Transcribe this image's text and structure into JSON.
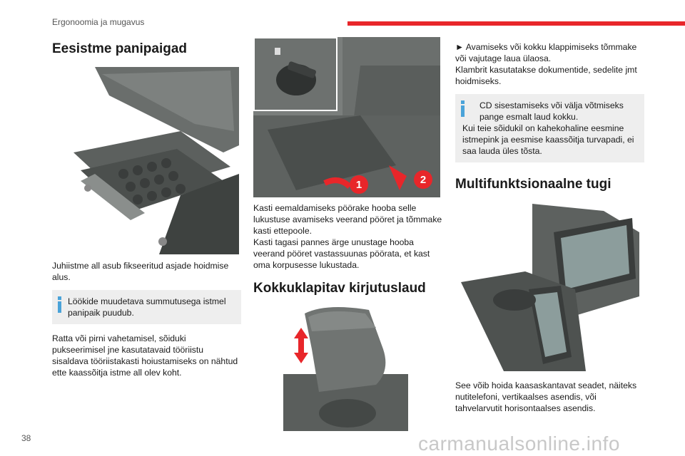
{
  "header": {
    "section": "Ergonoomia ja mugavus"
  },
  "col1": {
    "title": "Eesistme panipaigad",
    "caption": "Juhiistme all asub fikseeritud asjade hoidmise alus.",
    "info": "Löökide muudetava summutusega istmel panipaik puudub.",
    "body": "Ratta või pirni vahetamisel, sõiduki pukseerimisel jne kasutatavaid tööriistu sisaldava tööriistakasti hoiustamiseks on nähtud ette kaassõitja istme all olev koht."
  },
  "col2": {
    "callouts": [
      "1",
      "2"
    ],
    "text1": "Kasti eemaldamiseks pöörake hooba selle lukustuse avamiseks veerand pööret ja tõmmake kasti ettepoole.",
    "text2": "Kasti tagasi pannes ärge unustage hooba veerand pööret vastassuunas pöörata, et kast oma korpusesse lukustada.",
    "title": "Kokkuklapitav kirjutuslaud"
  },
  "col3": {
    "text1": "► Avamiseks või kokku klappimiseks tõmmake või vajutage laua ülaosa.",
    "text2": "Klambrit kasutatakse dokumentide, sedelite jmt hoidmiseks.",
    "info1": "CD sisestamiseks või välja võtmiseks pange esmalt laud kokku.",
    "info2": "Kui teie sõidukil on kahekohaline eesmine istmepink ja eesmise kaassõitja turvapadi, ei saa lauda üles tõsta.",
    "title": "Multifunktsionaalne tugi",
    "caption": "See võib hoida kaasaskantavat seadet, näiteks nutitelefoni, vertikaalses asendis, või tahvelarvutit horisontaalses asendis."
  },
  "footer": {
    "page": "38",
    "watermark": "carmanualsonline.info"
  },
  "colors": {
    "accent": "#e8262a",
    "info_icon": "#4aa3d9",
    "info_bg": "#eeeeee"
  }
}
